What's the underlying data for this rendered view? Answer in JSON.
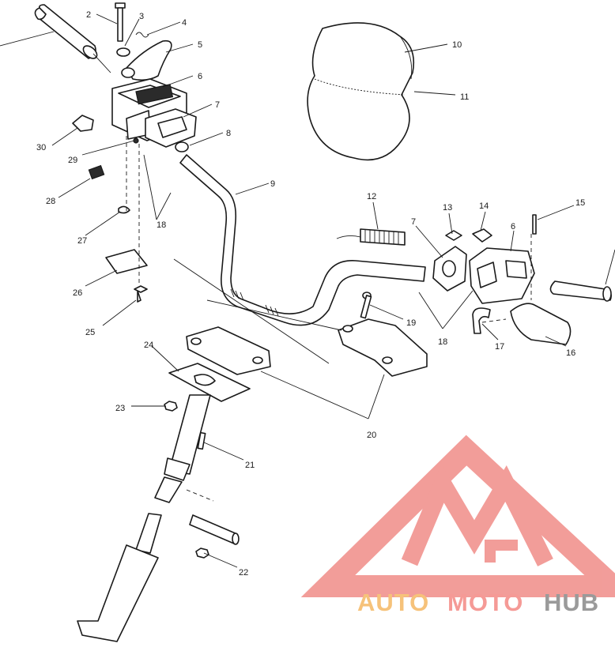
{
  "callouts": [
    "2",
    "3",
    "4",
    "5",
    "6",
    "7",
    "8",
    "9",
    "10",
    "11",
    "12",
    "7",
    "13",
    "14",
    "6",
    "15",
    "19",
    "18",
    "17",
    "16",
    "20",
    "21",
    "22",
    "23",
    "24",
    "25",
    "26",
    "27",
    "28",
    "29",
    "30",
    "18"
  ],
  "watermark": {
    "parts": [
      "AUTO",
      "MOTO",
      "HUB"
    ],
    "colors": {
      "auto": "#f6c27a",
      "moto": "#f59a96",
      "hub": "#9a9a9a",
      "logo": "#f08c88"
    }
  }
}
